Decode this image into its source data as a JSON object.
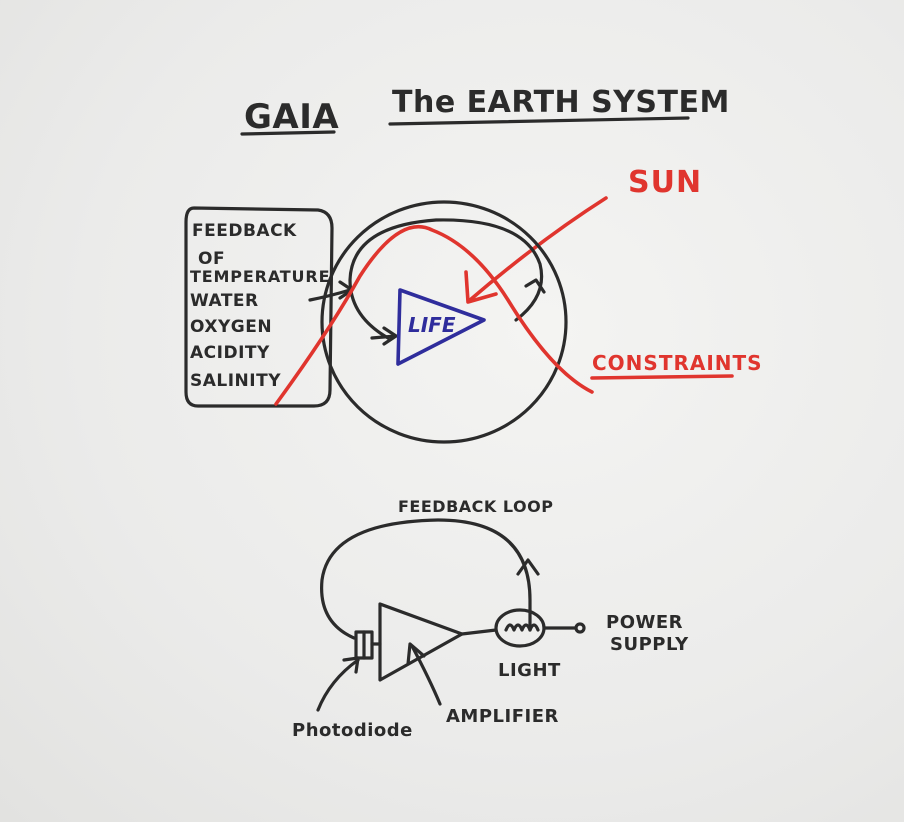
{
  "title_left": "GAIA",
  "title_right": "The EARTH SYSTEM",
  "sun_label": "SUN",
  "constraints_label": "CONSTRAINTS",
  "life_label": "LIFE",
  "feedback_box": {
    "lines": [
      "FEEDBACK",
      "OF",
      "TEMPERATURE",
      "WATER",
      "OXYGEN",
      "ACIDITY",
      "SALINITY"
    ]
  },
  "circuit": {
    "loop_label": "FEEDBACK LOOP",
    "power_label_1": "POWER",
    "power_label_2": "SUPPLY",
    "light_label": "LIGHT",
    "photodiode_label": "Photodiode",
    "amplifier_label": "AMPLIFIER"
  },
  "colors": {
    "ink": "#2b2b2b",
    "red": "#e0352e",
    "blue": "#2f2d9c",
    "board": "#efefed"
  }
}
